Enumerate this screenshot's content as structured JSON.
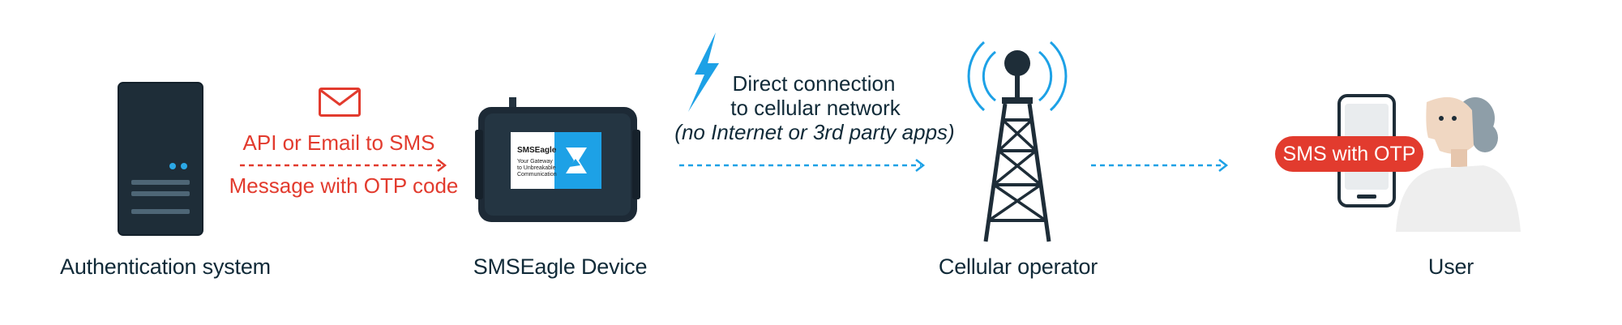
{
  "nodes": {
    "auth": {
      "label": "Authentication system"
    },
    "device": {
      "label": "SMSEagle Device",
      "brand": "SMSEagle",
      "tagline_1": "Your Gateway",
      "tagline_2": "to Unbreakable",
      "tagline_3": "Communication"
    },
    "operator": {
      "label": "Cellular operator"
    },
    "user": {
      "label": "User"
    }
  },
  "edges": {
    "auth_to_device": {
      "line1": "API or Email to SMS",
      "line2": "Message with OTP code",
      "icon": "envelope-icon"
    },
    "device_to_operator": {
      "line1": "Direct connection",
      "line2": "to cellular network",
      "line3": "(no Internet or 3rd party apps)",
      "icon": "lightning-icon"
    },
    "operator_to_user": {}
  },
  "badge": {
    "text": "SMS with OTP"
  },
  "colors": {
    "red": "#e23b2e",
    "blue": "#1da1e6",
    "dark": "#102a38",
    "device_dark": "#1d2a36"
  }
}
